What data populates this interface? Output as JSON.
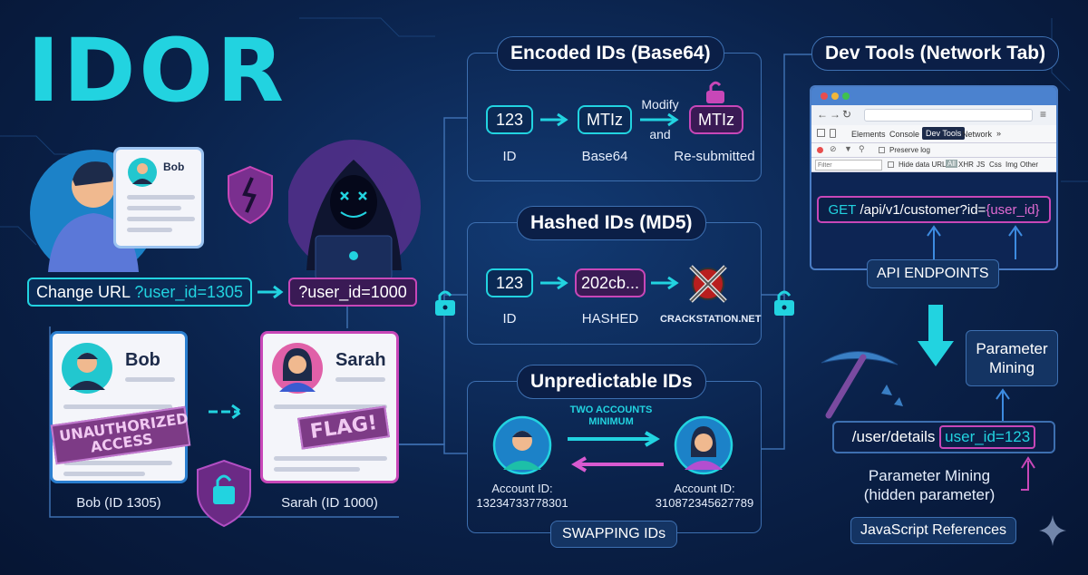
{
  "title": "IDOR",
  "left": {
    "card_top_name": "Bob",
    "change_url_prefix": "Change URL ",
    "change_url_param": "?user_id=1305",
    "new_url": "?user_id=1000",
    "bob_card": {
      "name": "Bob",
      "stamp": "UNAUTHORIZED ACCESS",
      "caption": "Bob (ID 1305)"
    },
    "sarah_card": {
      "name": "Sarah",
      "stamp": "FLAG!",
      "caption": "Sarah (ID 1000)"
    }
  },
  "encoded": {
    "title": "Encoded IDs (Base64)",
    "id_value": "123",
    "id_label": "ID",
    "b64_value": "MTIz",
    "b64_label": "Base64",
    "modify_label": "Modify",
    "and_label": "and",
    "resub_value": "MTIz",
    "resub_label": "Re-submitted"
  },
  "hashed": {
    "title": "Hashed IDs (MD5)",
    "id_value": "123",
    "id_label": "ID",
    "hash_value": "202cb...",
    "hash_label": "HASHED",
    "tool_label": "CRACKSTATION.NET"
  },
  "unpredictable": {
    "title": "Unpredictable IDs",
    "note_line1": "TWO ACCOUNTS",
    "note_line2": "MINIMUM",
    "acct1_label": "Account ID:",
    "acct1_id": "13234733778301",
    "acct2_label": "Account ID:",
    "acct2_id": "310872345627789",
    "footer": "SWAPPING IDs"
  },
  "devtools": {
    "title": "Dev Tools (Network Tab)",
    "tabs": [
      "Elements",
      "Console",
      "Dev Tools",
      "Network",
      "»"
    ],
    "preserve_log": "Preserve log",
    "filter_placeholder": "Filter",
    "hide_data_urls": "Hide data URLs",
    "filter_types": [
      "All",
      "XHR",
      "JS",
      "Css",
      "Img",
      "Other"
    ],
    "request_method": "GET",
    "request_path": " /api/v1/customer?id=",
    "request_param": "{user_id}",
    "api_label": "API ENDPOINTS",
    "param_mining_box": "Parameter\nMining",
    "url_path": "/user/details ",
    "url_param": "user_id=123",
    "param_mining_caption1": "Parameter Mining",
    "param_mining_caption2": "(hidden parameter)",
    "js_refs": "JavaScript References"
  },
  "colors": {
    "cyan": "#22d3e0",
    "pink": "#c847b8",
    "navy": "#0a2149"
  }
}
